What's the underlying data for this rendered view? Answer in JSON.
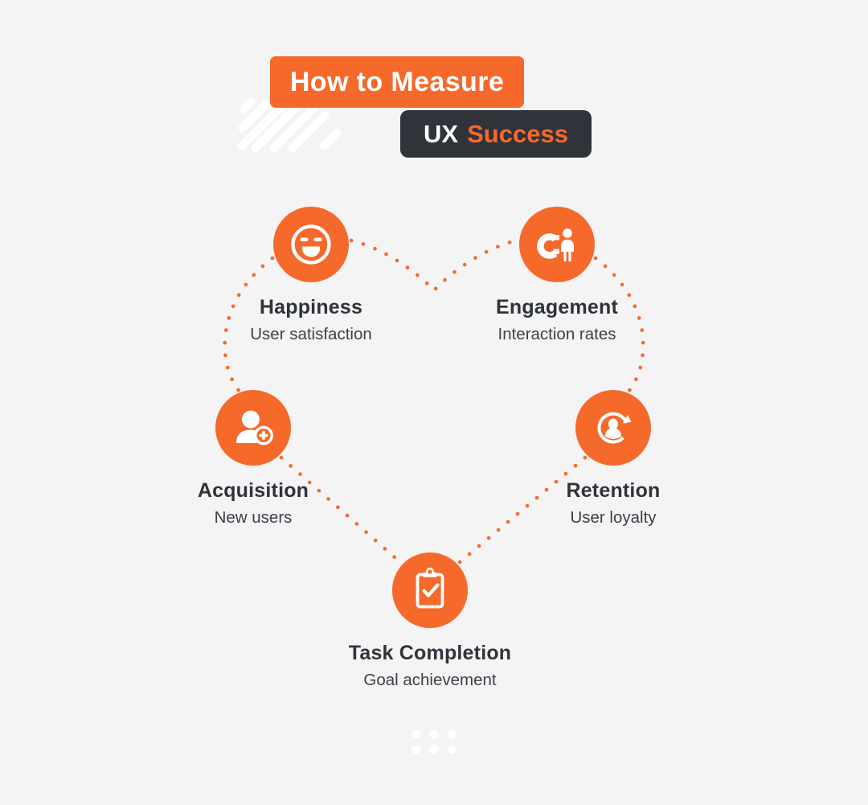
{
  "title": {
    "line1": "How to Measure",
    "line2_prefix": "UX",
    "line2_suffix": "Success"
  },
  "colors": {
    "background": "#F4F4F4",
    "orange": "#F5692B",
    "dark_box": "#30333A",
    "white": "#FFFFFF",
    "label_text": "#2F333B",
    "subtitle_text": "#3C4049"
  },
  "metrics": [
    {
      "label": "Happiness",
      "description": "User satisfaction",
      "icon": "laughing-smiley-icon"
    },
    {
      "label": "Engagement",
      "description": "Interaction rates",
      "icon": "magnet-attracting-user-icon"
    },
    {
      "label": "Acquisition",
      "description": "New users",
      "icon": "add-user-icon"
    },
    {
      "label": "Retention",
      "description": "User loyalty",
      "icon": "user-refresh-icon"
    },
    {
      "label": "Task Completion",
      "description": "Goal achievement",
      "icon": "clipboard-check-icon"
    }
  ],
  "decorations": {
    "heart_outline": "dotted-heart-shape",
    "stripes": "diagonal-white-stripes",
    "footer": "six-dot-grid"
  }
}
